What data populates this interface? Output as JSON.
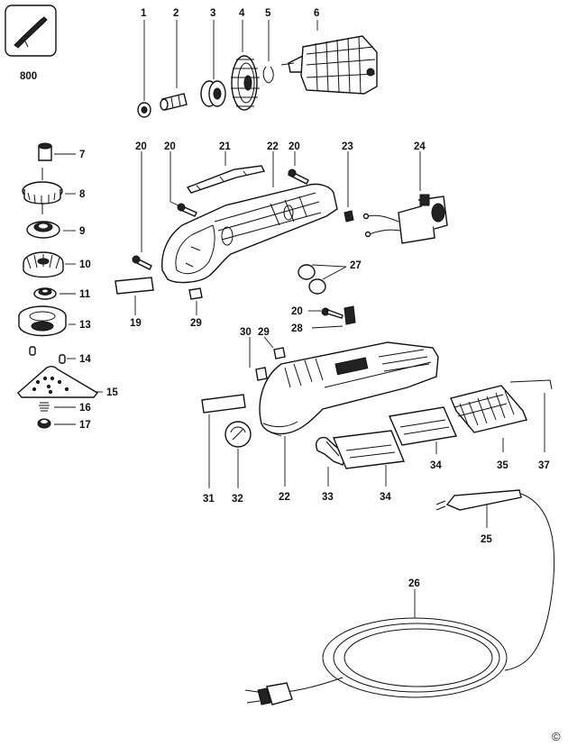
{
  "labels": {
    "p800": "800",
    "p1": "1",
    "p2": "2",
    "p3": "3",
    "p4": "4",
    "p5": "5",
    "p6": "6",
    "p7": "7",
    "p8": "8",
    "p9": "9",
    "p10": "10",
    "p11": "11",
    "p13": "13",
    "p14": "14",
    "p15": "15",
    "p16": "16",
    "p17": "17",
    "p19": "19",
    "p20a": "20",
    "p20b": "20",
    "p20c": "20",
    "p20d": "20",
    "p21": "21",
    "p22a": "22",
    "p22b": "22",
    "p23": "23",
    "p24": "24",
    "p25": "25",
    "p26": "26",
    "p27": "27",
    "p28": "28",
    "p29a": "29",
    "p29b": "29",
    "p30": "30",
    "p31": "31",
    "p32": "32",
    "p33": "33",
    "p34a": "34",
    "p34b": "34",
    "p35": "35",
    "p37": "37"
  },
  "copyright": "©"
}
